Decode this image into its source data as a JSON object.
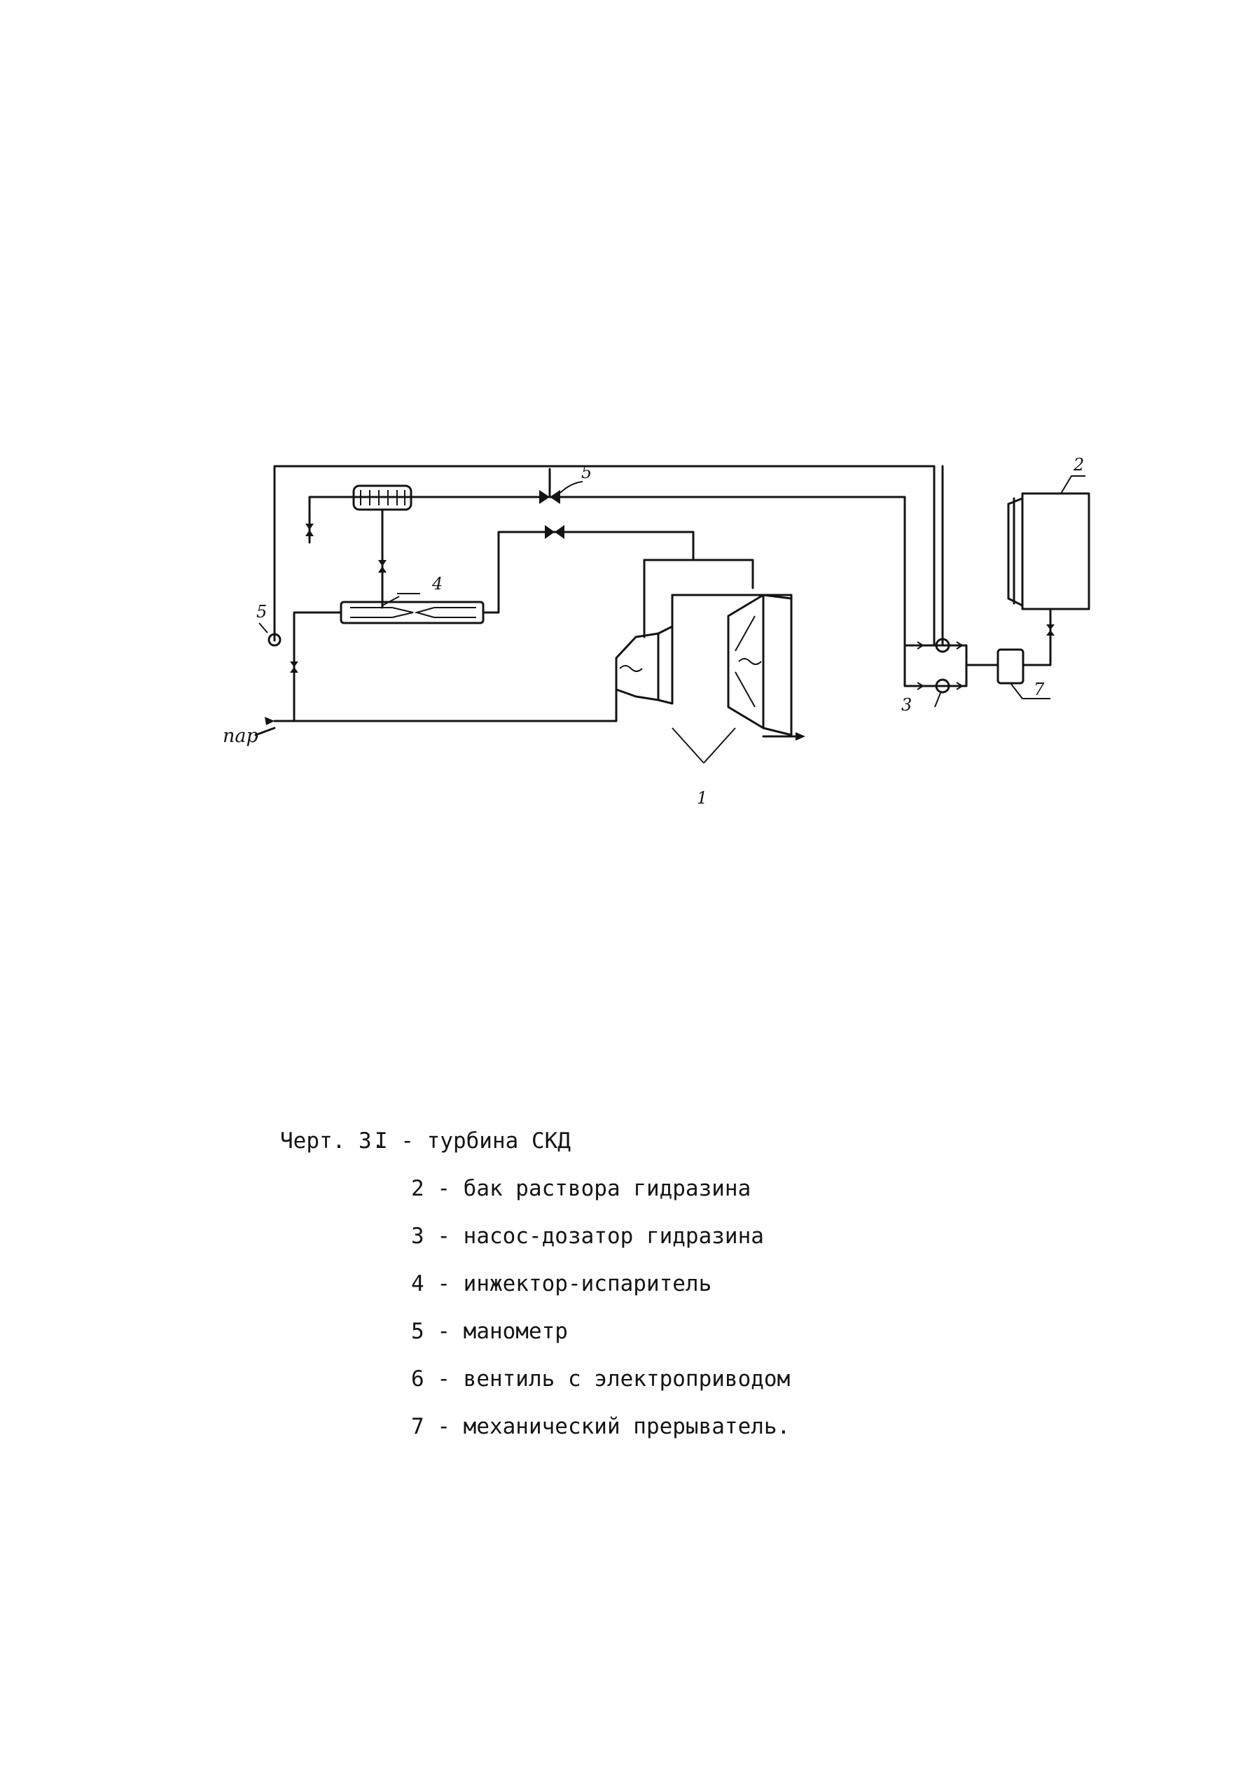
{
  "diagram": {
    "steam_label": "пар",
    "callouts": {
      "turbine": "1",
      "tank": "2",
      "pump": "3",
      "injector": "4",
      "manometer": "5",
      "valve": "5",
      "interrupter": "7"
    }
  },
  "caption": {
    "prefix": "Черт. 3.",
    "items": [
      "I - турбина СКД",
      "2 - бак раствора гидразина",
      "3 - насос-дозатор гидразина",
      "4 - инжектор-испаритель",
      "5 - манометр",
      "6 - вентиль с электроприводом",
      "7 - механический прерыватель."
    ]
  }
}
